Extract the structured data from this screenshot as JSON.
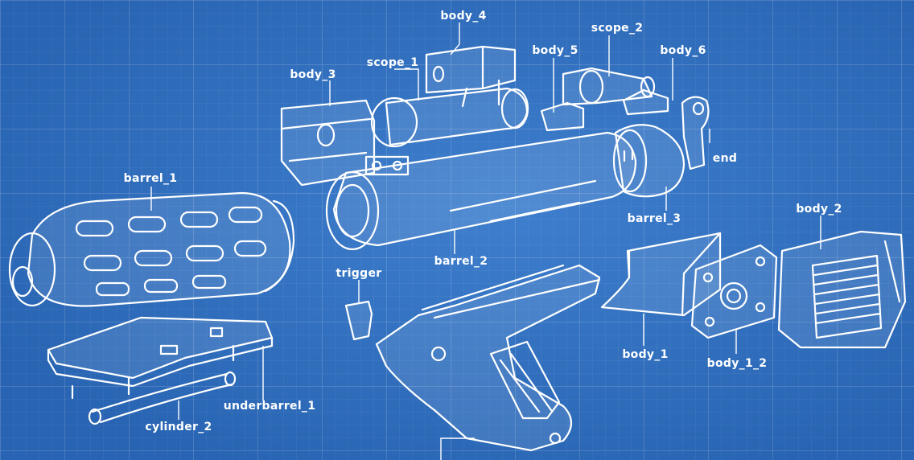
{
  "labels": {
    "body_4": "body_4",
    "scope_2": "scope_2",
    "body_5": "body_5",
    "body_6": "body_6",
    "scope_1": "scope_1",
    "body_3": "body_3",
    "end": "end",
    "barrel_1": "barrel_1",
    "barrel_3": "barrel_3",
    "body_2": "body_2",
    "barrel_2": "barrel_2",
    "trigger": "trigger",
    "body_1": "body_1",
    "body_1_2": "body_1_2",
    "underbarrel_1": "underbarrel_1",
    "cylinder_2": "cylinder_2"
  },
  "colors": {
    "background": "#2f72c3",
    "ink": "#ffffff"
  }
}
